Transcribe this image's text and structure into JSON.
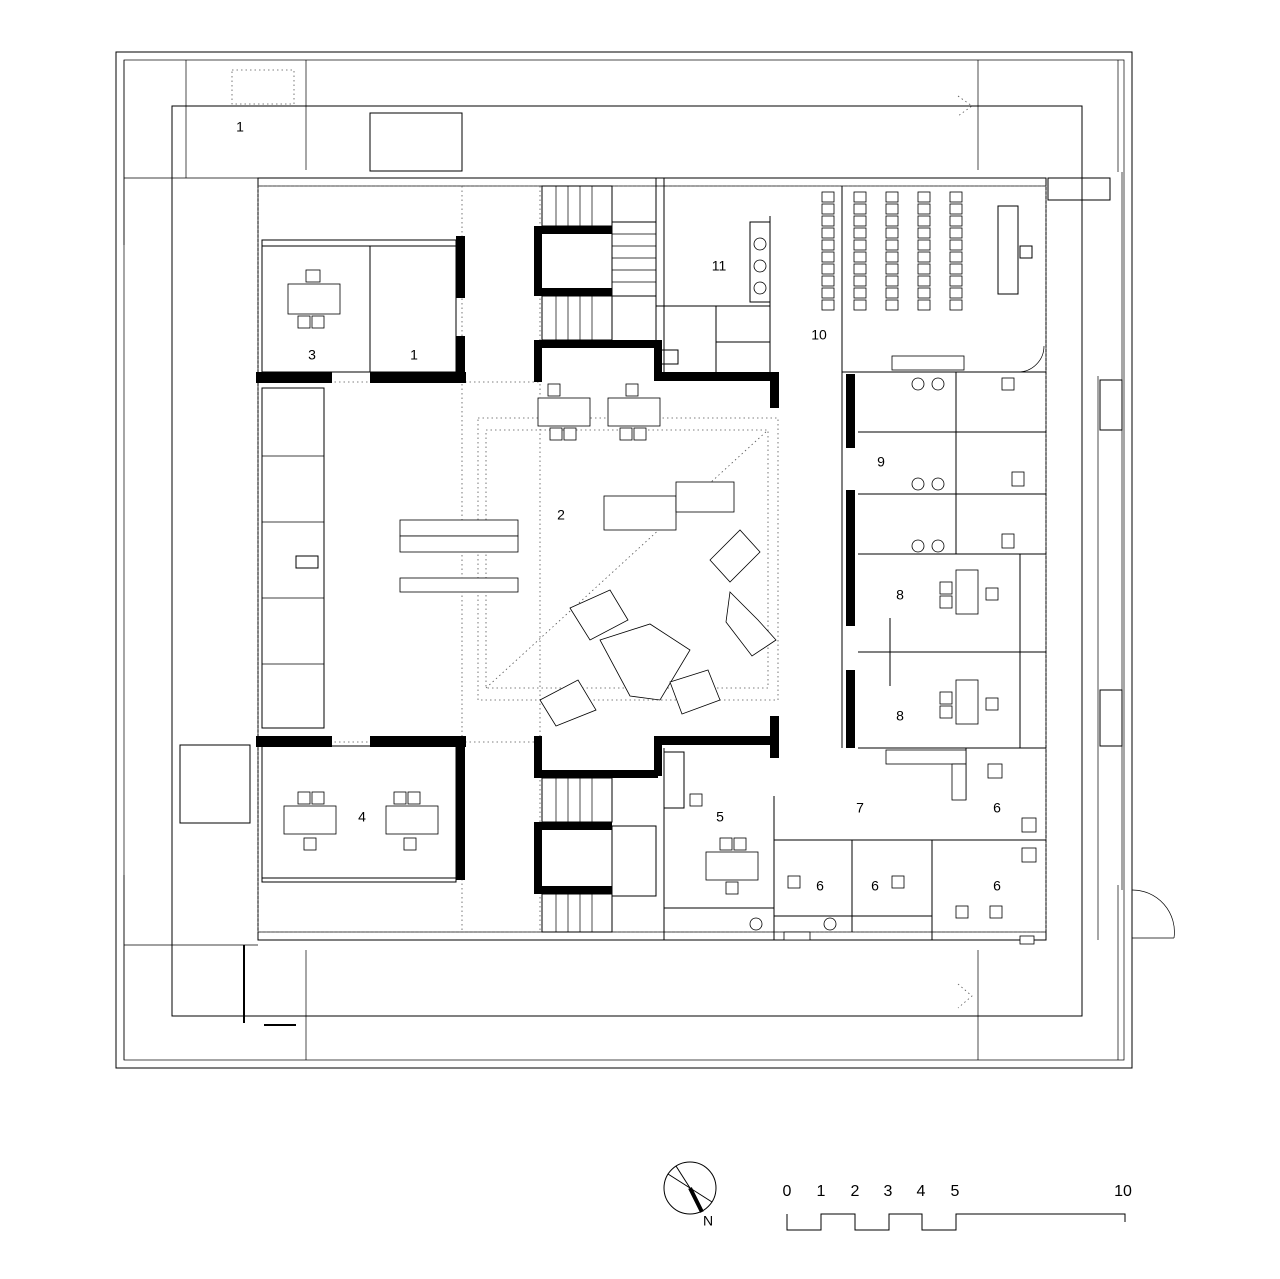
{
  "rooms": [
    {
      "id": "r1a",
      "label": "1"
    },
    {
      "id": "r1b",
      "label": "1"
    },
    {
      "id": "r2",
      "label": "2"
    },
    {
      "id": "r3",
      "label": "3"
    },
    {
      "id": "r4",
      "label": "4"
    },
    {
      "id": "r5",
      "label": "5"
    },
    {
      "id": "r6a",
      "label": "6"
    },
    {
      "id": "r6b",
      "label": "6"
    },
    {
      "id": "r6c",
      "label": "6"
    },
    {
      "id": "r6d",
      "label": "6"
    },
    {
      "id": "r7",
      "label": "7"
    },
    {
      "id": "r8a",
      "label": "8"
    },
    {
      "id": "r8b",
      "label": "8"
    },
    {
      "id": "r9",
      "label": "9"
    },
    {
      "id": "r10",
      "label": "10"
    },
    {
      "id": "r11",
      "label": "11"
    }
  ],
  "north_arrow": {
    "label": "N"
  },
  "scale_bar": {
    "ticks": [
      "0",
      "1",
      "2",
      "3",
      "4",
      "5",
      "10"
    ]
  }
}
